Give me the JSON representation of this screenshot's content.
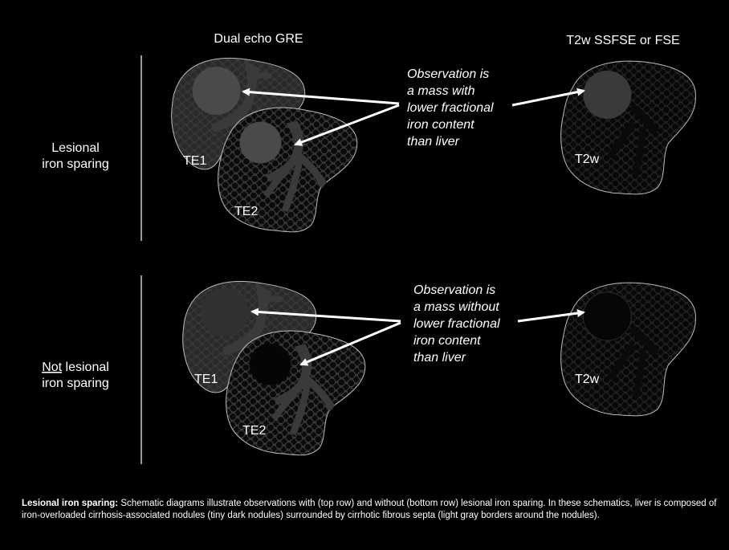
{
  "headers": {
    "left": "Dual echo GRE",
    "right": "T2w SSFSE or FSE"
  },
  "rows": [
    {
      "label_line1": "Lesional",
      "label_line2": "iron sparing",
      "te1": "TE1",
      "te2": "TE2",
      "t2w": "T2w",
      "observation": [
        "Observation is",
        "a mass with",
        "lower fractional",
        "iron content",
        "than liver"
      ]
    },
    {
      "label_line1_prefix": "Not",
      "label_line1_suffix": " lesional",
      "label_line2": "iron sparing",
      "te1": "TE1",
      "te2": "TE2",
      "t2w": "T2w",
      "observation": [
        "Observation is",
        "a mass without",
        "lower fractional",
        "iron content",
        "than liver"
      ]
    }
  ],
  "caption": {
    "title": "Lesional iron sparing:",
    "text": " Schematic diagrams illustrate observations with (top row) and without (bottom row) lesional iron sparing. In these schematics, liver is composed of iron-overloaded cirrhosis-associated nodules (tiny dark nodules) surrounded by cirrhotic fibrous septa (light gray borders around the nodules)."
  }
}
